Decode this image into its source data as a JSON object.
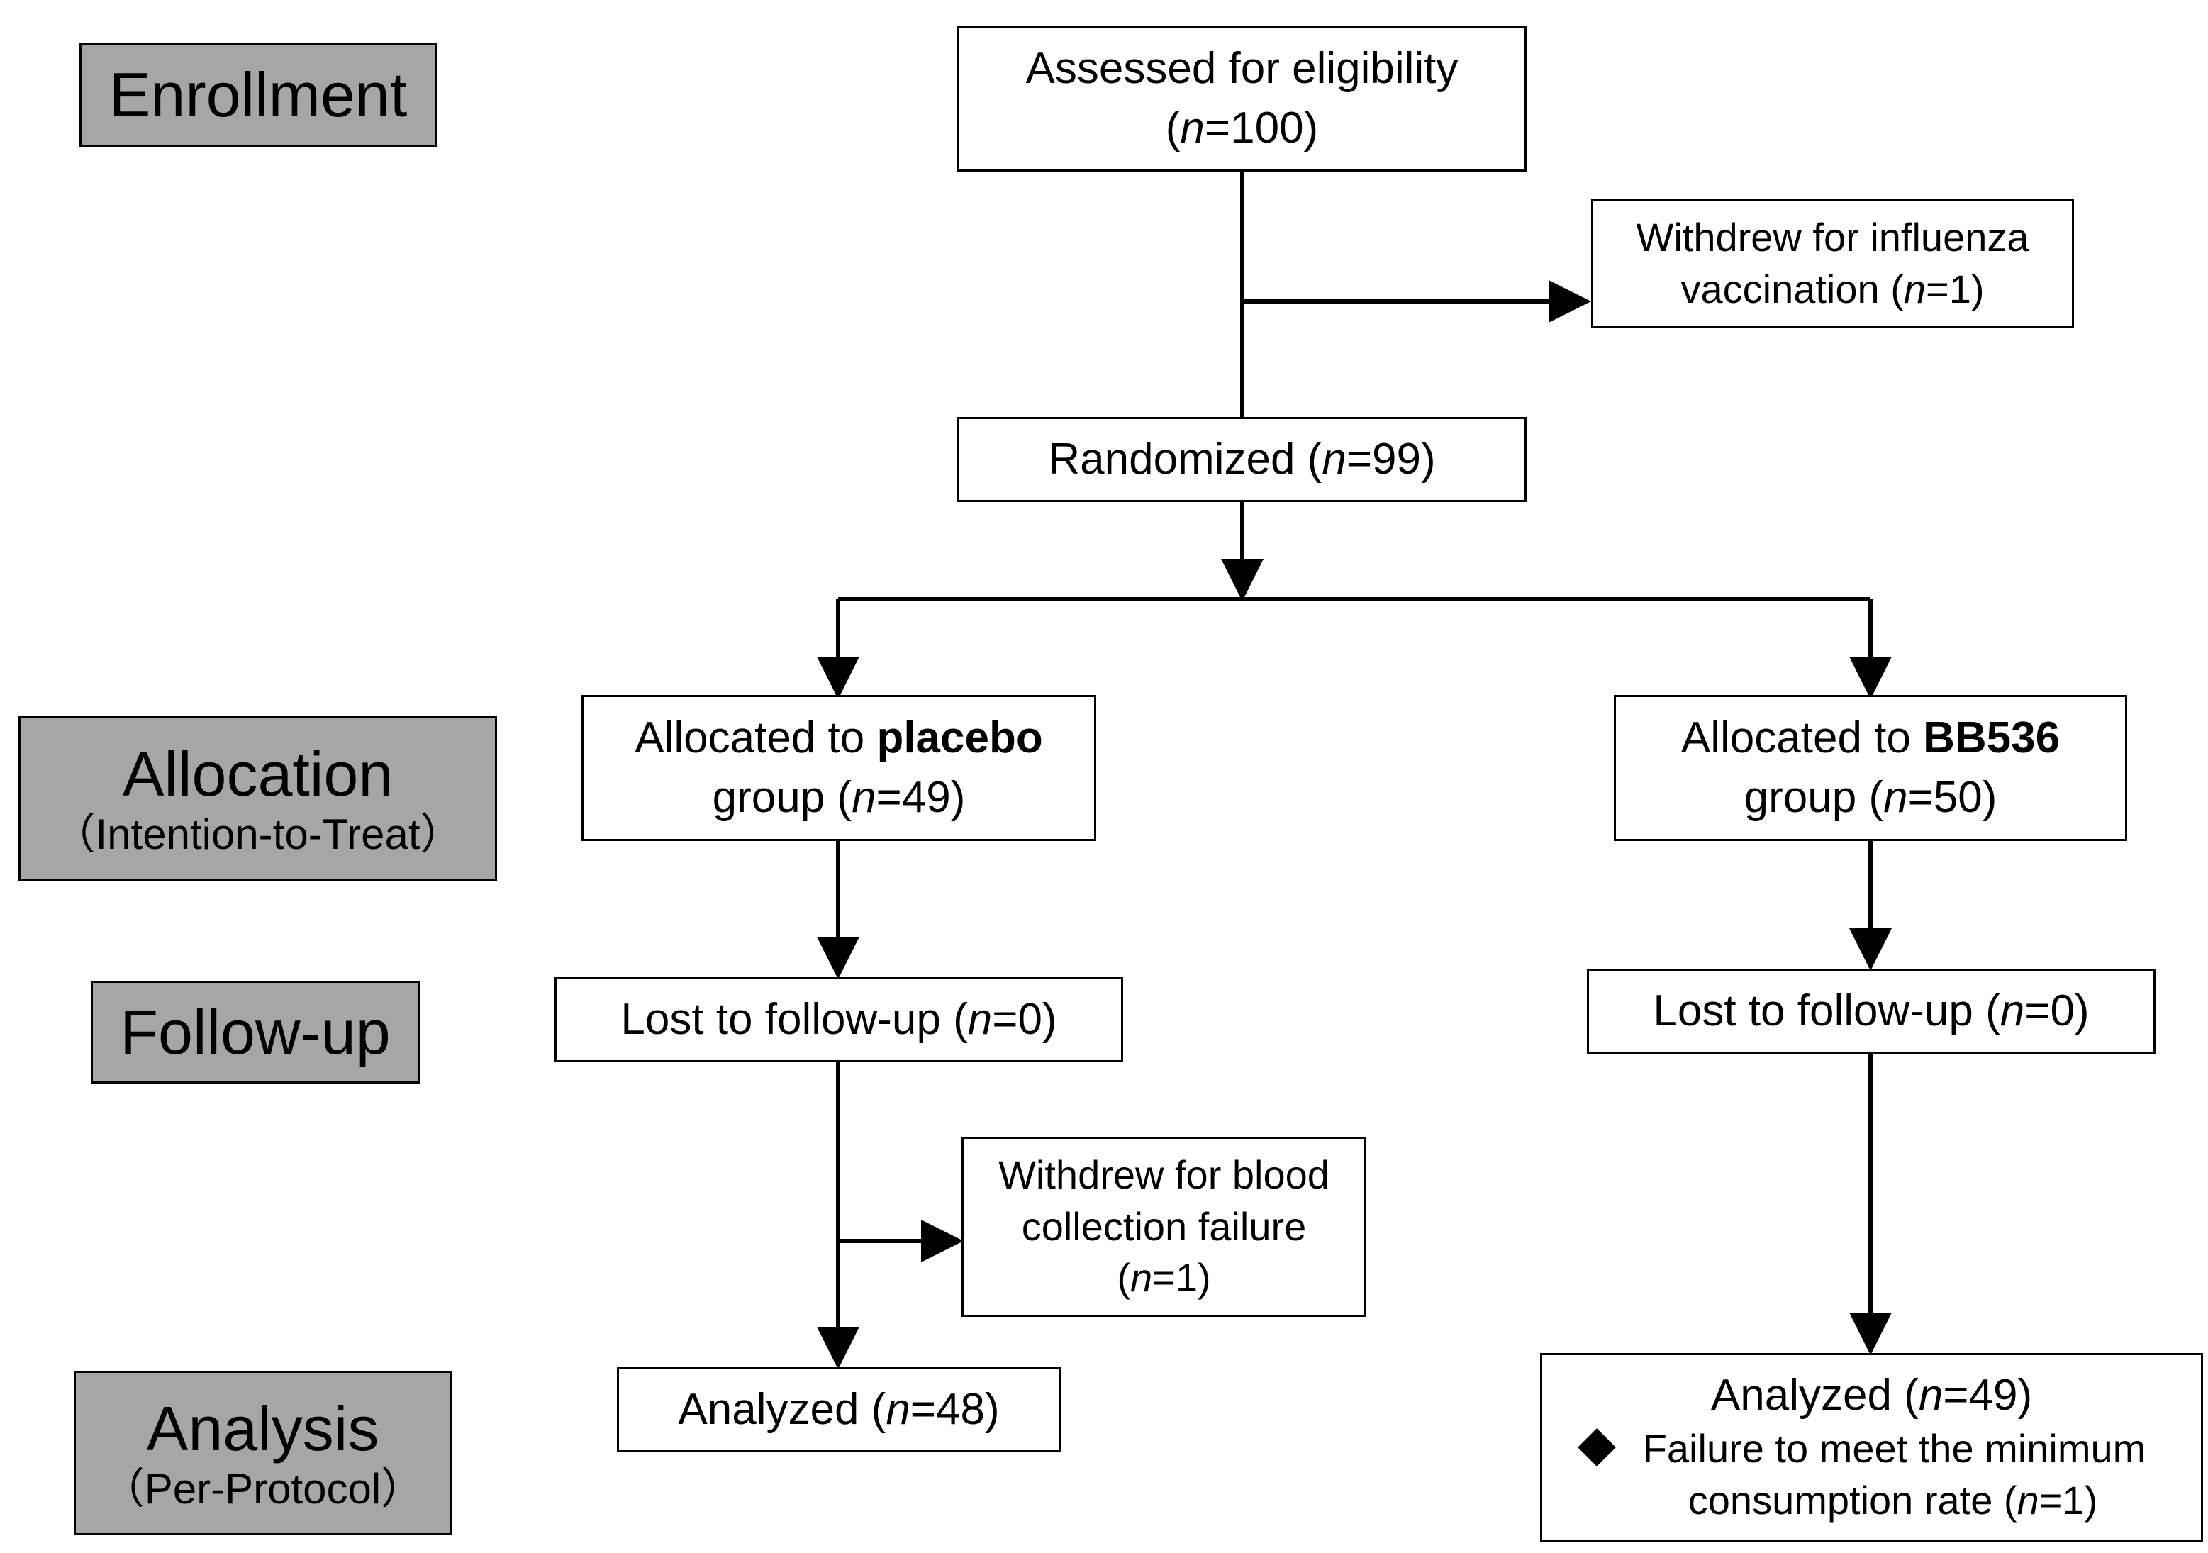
{
  "stages": {
    "enrollment": {
      "label": "Enrollment"
    },
    "allocation": {
      "label": "Allocation",
      "sublabel": "（Intention-to-Treat）"
    },
    "followup": {
      "label": "Follow-up"
    },
    "analysis": {
      "label": "Analysis",
      "sublabel": "（Per-Protocol）"
    }
  },
  "boxes": {
    "assessed": {
      "line1": "Assessed for eligibility",
      "pre": "(",
      "n_var": "n",
      "n_val": "=100)"
    },
    "withdrew_flu": {
      "line1": "Withdrew for influenza",
      "line2_pre": "vaccination (",
      "n_var": "n",
      "n_val": "=1)"
    },
    "randomized": {
      "pre": "Randomized (",
      "n_var": "n",
      "n_val": "=99)"
    },
    "placebo": {
      "line1_pre": "Allocated to ",
      "line1_bold": "placebo",
      "line2_pre": "group (",
      "n_var": "n",
      "n_val": "=49)"
    },
    "bb536": {
      "line1_pre": "Allocated to ",
      "line1_bold": "BB536",
      "line2_pre": "group (",
      "n_var": "n",
      "n_val": "=50)"
    },
    "lost_placebo": {
      "pre": "Lost to follow-up (",
      "n_var": "n",
      "n_val": "=0)"
    },
    "lost_bb536": {
      "pre": "Lost to follow-up (",
      "n_var": "n",
      "n_val": "=0)"
    },
    "withdrew_blood": {
      "line1": "Withdrew for blood",
      "line2": "collection failure",
      "line3_pre": "(",
      "n_var": "n",
      "n_val": "=1)"
    },
    "analyzed_placebo": {
      "pre": "Analyzed (",
      "n_var": "n",
      "n_val": "=48)"
    },
    "analyzed_bb536": {
      "pre": "Analyzed  (",
      "n_var": "n",
      "n_val": "=49)",
      "note_line1": "Failure to meet the minimum",
      "note_line2_pre": "consumption rate (",
      "note_n_var": "n",
      "note_n_val": "=1)"
    }
  }
}
